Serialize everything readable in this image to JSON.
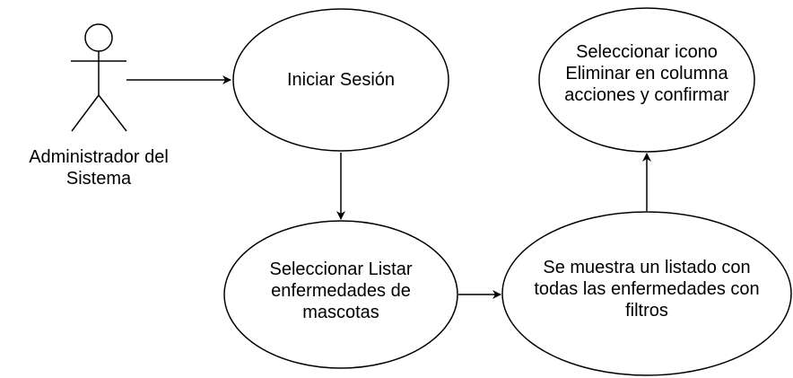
{
  "diagram": {
    "actor": {
      "label": "Administrador del\nSistema"
    },
    "use_cases": {
      "login": "Iniciar Sesión",
      "list": "Seleccionar Listar\nenfermedades de\nmascotas",
      "shown": "Se muestra un listado con\ntodas las enfermedades con\nfiltros",
      "delete": "Seleccionar icono\nEliminar en columna\nacciones y confirmar"
    }
  }
}
